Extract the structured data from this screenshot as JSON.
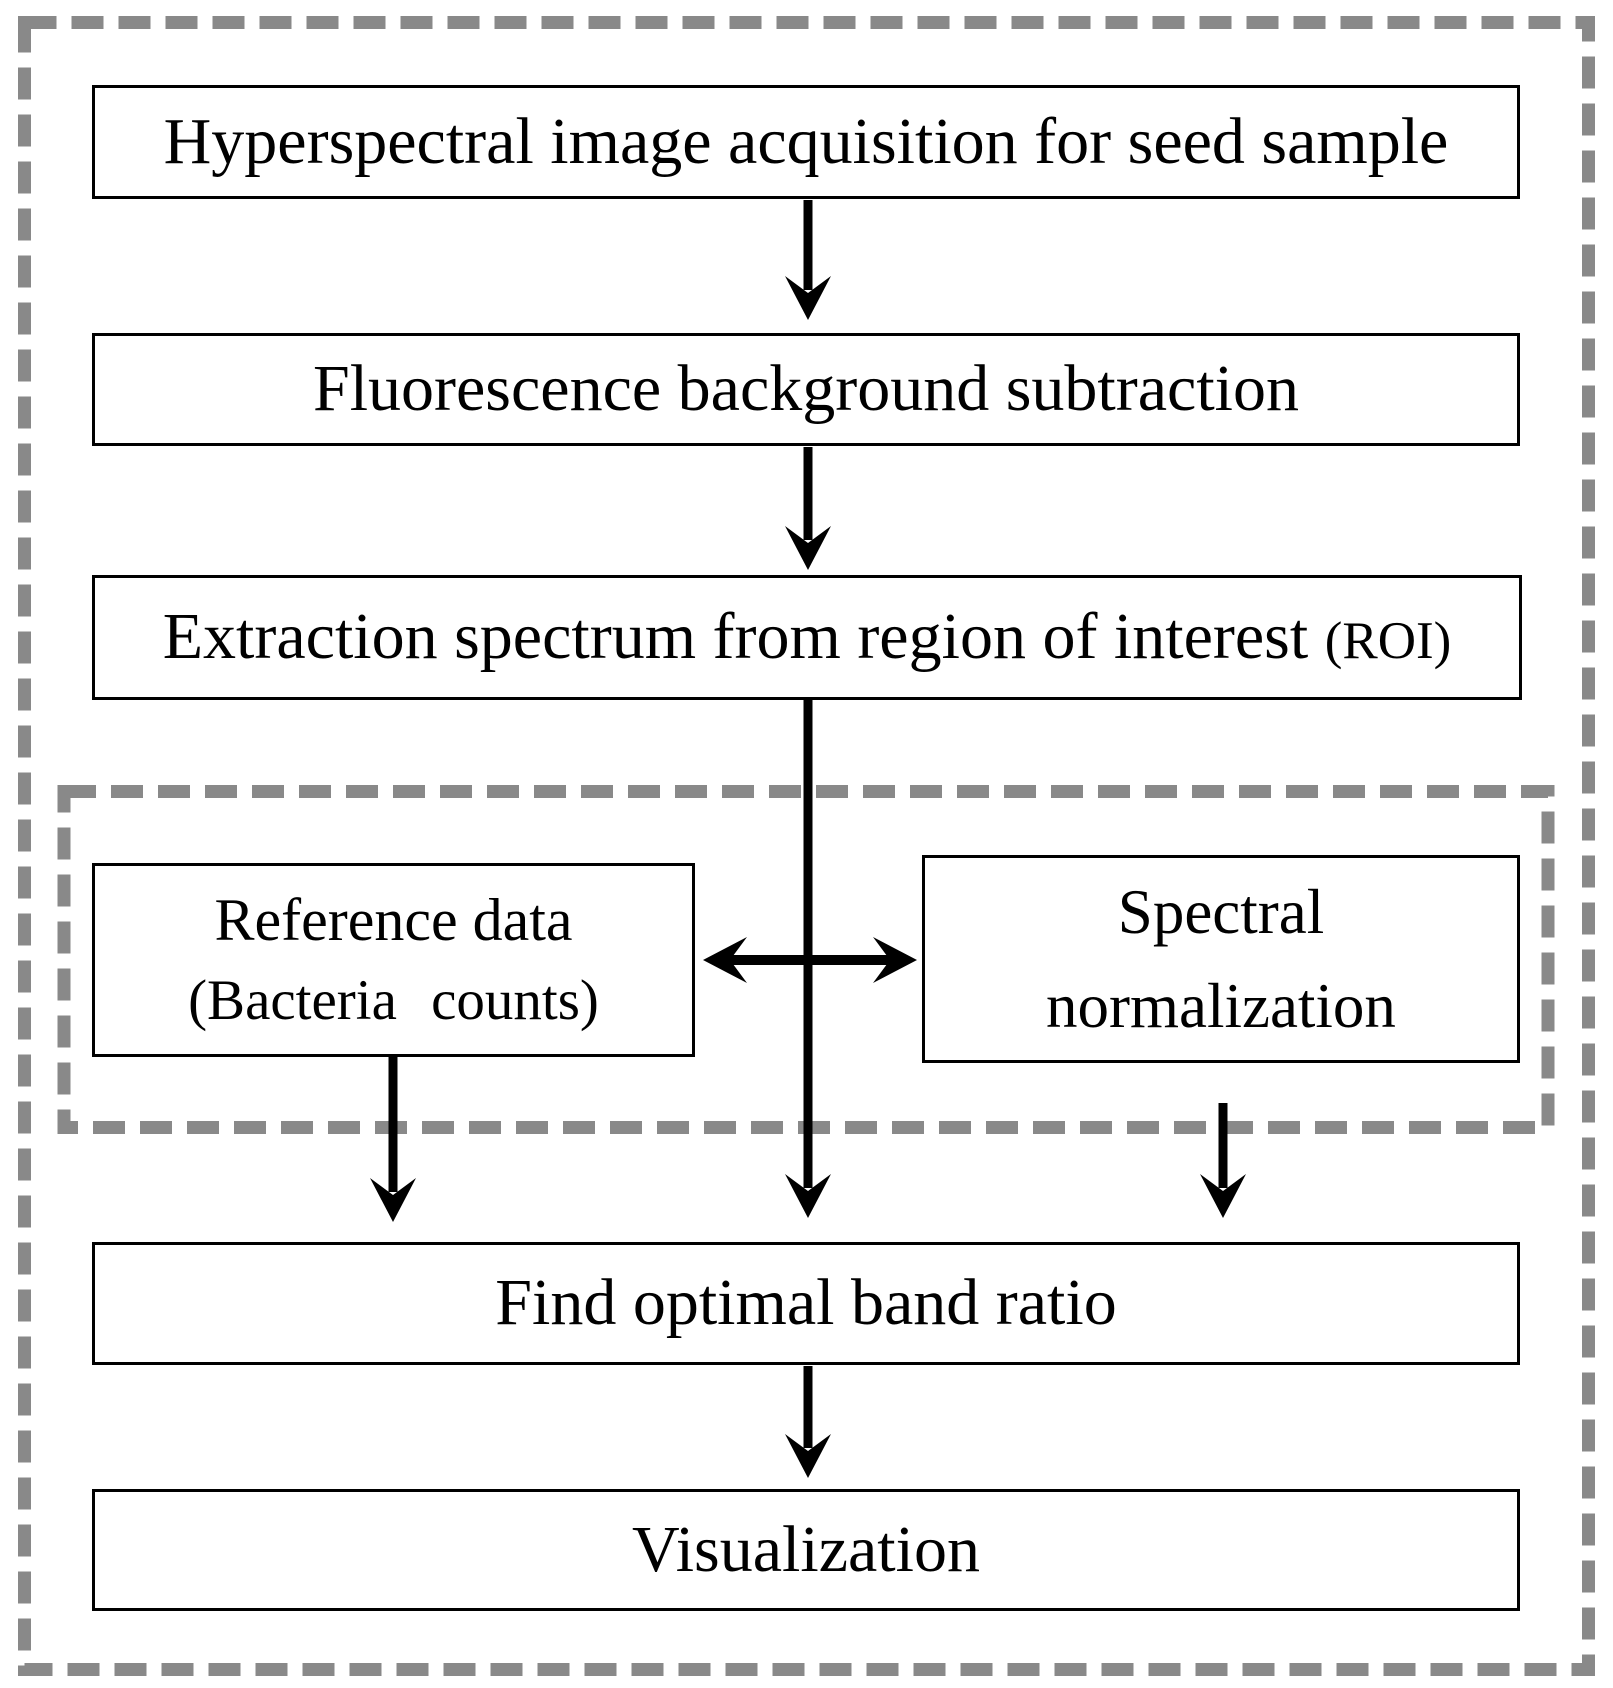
{
  "flowchart": {
    "boxes": {
      "acquisition": {
        "label": "Hyperspectral image acquisition for seed sample"
      },
      "background_subtraction": {
        "label": "Fluorescence background subtraction"
      },
      "extraction": {
        "label": "Extraction spectrum from region of interest",
        "suffix": "(ROI)"
      },
      "reference": {
        "line1": "Reference data",
        "line2": "(Bacteria counts)"
      },
      "normalization": {
        "line1": "Spectral",
        "line2": "normalization"
      },
      "band_ratio": {
        "label": "Find optimal band ratio"
      },
      "visualization": {
        "label": "Visualization"
      }
    },
    "edges": [
      {
        "from": "acquisition",
        "to": "background_subtraction",
        "type": "arrow"
      },
      {
        "from": "background_subtraction",
        "to": "extraction",
        "type": "arrow"
      },
      {
        "from": "extraction",
        "to": "band_ratio",
        "type": "arrow"
      },
      {
        "from": "reference",
        "to": "normalization",
        "type": "double-arrow"
      },
      {
        "from": "reference",
        "to": "band_ratio",
        "type": "arrow"
      },
      {
        "from": "normalization",
        "to": "band_ratio",
        "type": "arrow"
      },
      {
        "from": "band_ratio",
        "to": "visualization",
        "type": "arrow"
      }
    ],
    "groups": [
      {
        "id": "outer-frame",
        "style": "dashed",
        "members": "all"
      },
      {
        "id": "correlation-group",
        "style": "dashed",
        "members": [
          "reference",
          "normalization"
        ]
      }
    ],
    "colors": {
      "box_border": "#000000",
      "dashed_border": "#898989",
      "arrow": "#000000",
      "text": "#000000",
      "background": "#ffffff"
    }
  }
}
